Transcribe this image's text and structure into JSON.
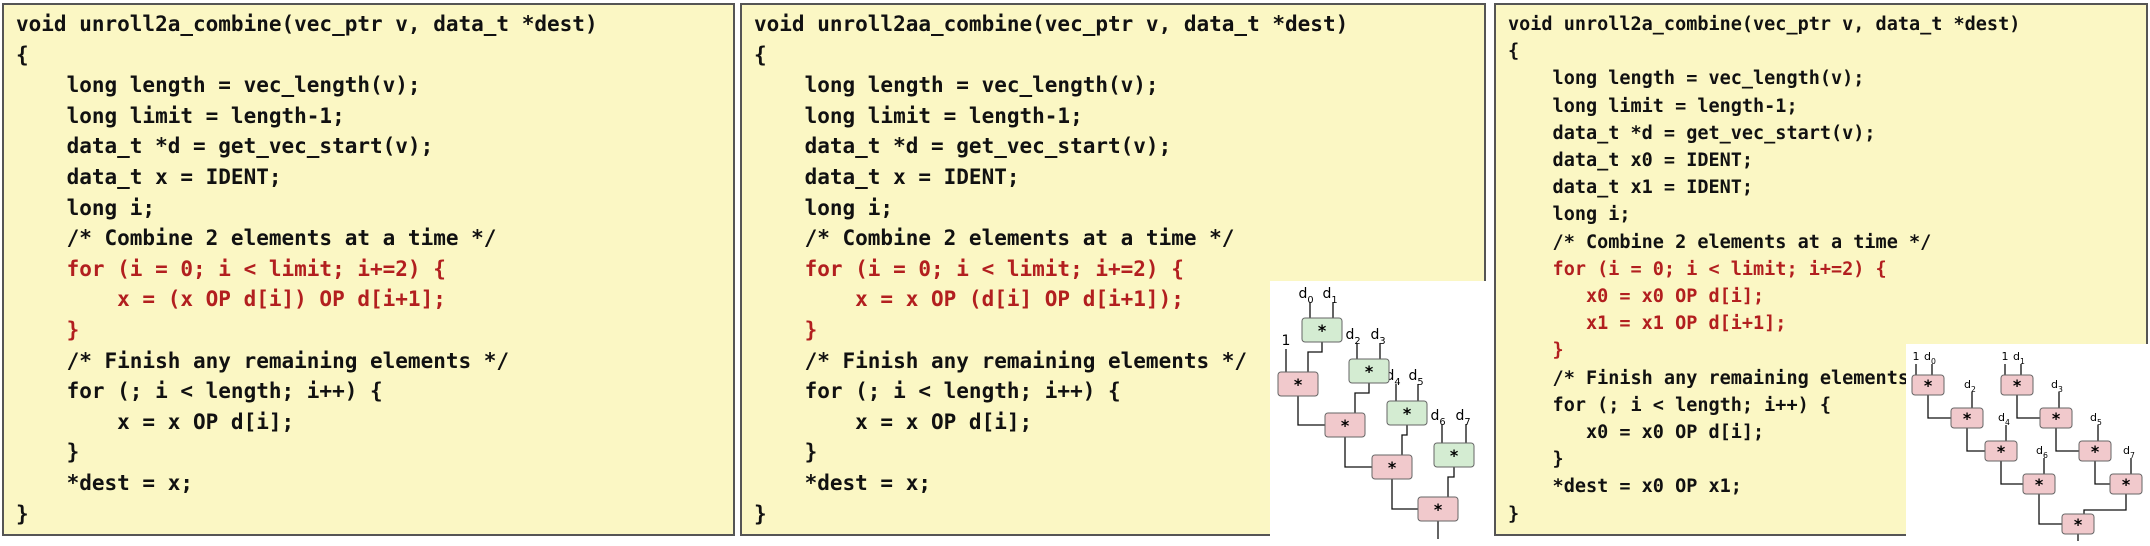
{
  "panels": [
    {
      "lines": [
        {
          "text": "void unroll2a_combine(vec_ptr v, data_t *dest)",
          "hl": false
        },
        {
          "text": "{",
          "hl": false
        },
        {
          "text": "    long length = vec_length(v);",
          "hl": false
        },
        {
          "text": "    long limit = length-1;",
          "hl": false
        },
        {
          "text": "    data_t *d = get_vec_start(v);",
          "hl": false
        },
        {
          "text": "    data_t x = IDENT;",
          "hl": false
        },
        {
          "text": "    long i;",
          "hl": false
        },
        {
          "text": "    /* Combine 2 elements at a time */",
          "hl": false
        },
        {
          "text": "    for (i = 0; i < limit; i+=2) {",
          "hl": true
        },
        {
          "text": "        x = (x OP d[i]) OP d[i+1];",
          "hl": true
        },
        {
          "text": "    }",
          "hl": true
        },
        {
          "text": "    /* Finish any remaining elements */",
          "hl": false
        },
        {
          "text": "    for (; i < length; i++) {",
          "hl": false
        },
        {
          "text": "        x = x OP d[i];",
          "hl": false
        },
        {
          "text": "    }",
          "hl": false
        },
        {
          "text": "    *dest = x;",
          "hl": false
        },
        {
          "text": "}",
          "hl": false
        }
      ]
    },
    {
      "lines": [
        {
          "text": "void unroll2aa_combine(vec_ptr v, data_t *dest)",
          "hl": false
        },
        {
          "text": "{",
          "hl": false
        },
        {
          "text": "    long length = vec_length(v);",
          "hl": false
        },
        {
          "text": "    long limit = length-1;",
          "hl": false
        },
        {
          "text": "    data_t *d = get_vec_start(v);",
          "hl": false
        },
        {
          "text": "    data_t x = IDENT;",
          "hl": false
        },
        {
          "text": "    long i;",
          "hl": false
        },
        {
          "text": "    /* Combine 2 elements at a time */",
          "hl": false
        },
        {
          "text": "    for (i = 0; i < limit; i+=2) {",
          "hl": true
        },
        {
          "text": "        x = x OP (d[i] OP d[i+1]);",
          "hl": true
        },
        {
          "text": "    }",
          "hl": true
        },
        {
          "text": "    /* Finish any remaining elements */",
          "hl": false
        },
        {
          "text": "    for (; i < length; i++) {",
          "hl": false
        },
        {
          "text": "        x = x OP d[i];",
          "hl": false
        },
        {
          "text": "    }",
          "hl": false
        },
        {
          "text": "    *dest = x;",
          "hl": false
        },
        {
          "text": "}",
          "hl": false
        }
      ]
    },
    {
      "lines": [
        {
          "text": "void unroll2a_combine(vec_ptr v, data_t *dest)",
          "hl": false
        },
        {
          "text": "{",
          "hl": false
        },
        {
          "text": "    long length = vec_length(v);",
          "hl": false
        },
        {
          "text": "    long limit = length-1;",
          "hl": false
        },
        {
          "text": "    data_t *d = get_vec_start(v);",
          "hl": false
        },
        {
          "text": "    data_t x0 = IDENT;",
          "hl": false
        },
        {
          "text": "    data_t x1 = IDENT;",
          "hl": false
        },
        {
          "text": "    long i;",
          "hl": false
        },
        {
          "text": "    /* Combine 2 elements at a time */",
          "hl": false
        },
        {
          "text": "    for (i = 0; i < limit; i+=2) {",
          "hl": true
        },
        {
          "text": "       x0 = x0 OP d[i];",
          "hl": true
        },
        {
          "text": "       x1 = x1 OP d[i+1];",
          "hl": true
        },
        {
          "text": "    }",
          "hl": true
        },
        {
          "text": "    /* Finish any remaining elements */",
          "hl": false
        },
        {
          "text": "    for (; i < length; i++) {",
          "hl": false
        },
        {
          "text": "       x0 = x0 OP d[i];",
          "hl": false
        },
        {
          "text": "    }",
          "hl": false
        },
        {
          "text": "    *dest = x0 OP x1;",
          "hl": false
        },
        {
          "text": "}",
          "hl": false
        }
      ]
    }
  ],
  "diagram_labels": {
    "op": "*",
    "one": "1",
    "d": "d",
    "subscripts": [
      "0",
      "1",
      "2",
      "3",
      "4",
      "5",
      "6",
      "7"
    ]
  },
  "colors": {
    "panel_bg": "#fbf7c4",
    "highlight": "#b21f1f",
    "op_green": "#d4ecd2",
    "op_pink": "#f1c9cc"
  }
}
